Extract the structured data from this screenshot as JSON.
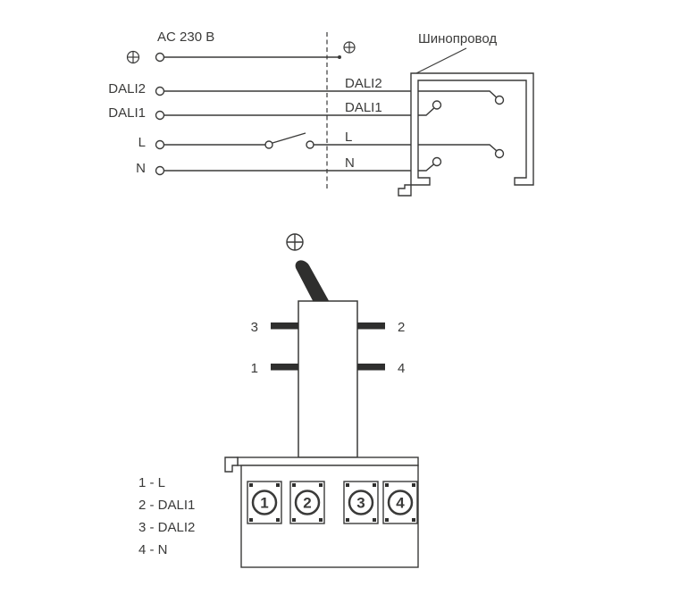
{
  "wiring_diagram": {
    "supply_label": "AC 230 В",
    "busway_label": "Шинопровод",
    "left_terminals": [
      "DALI2",
      "DALI1",
      "L",
      "N"
    ],
    "right_terminals": [
      "DALI2",
      "DALI1",
      "L",
      "N"
    ]
  },
  "adapter_diagram": {
    "pins": {
      "left_top": "3",
      "left_bottom": "1",
      "right_top": "2",
      "right_bottom": "4"
    },
    "terminals": [
      "1",
      "2",
      "3",
      "4"
    ],
    "legend": [
      "1 - L",
      "2 - DALI1",
      "3 - DALI2",
      "4 - N"
    ]
  },
  "colors": {
    "line": "#3a3a39",
    "solid_fill": "#2f2f2e",
    "background": "#ffffff"
  }
}
